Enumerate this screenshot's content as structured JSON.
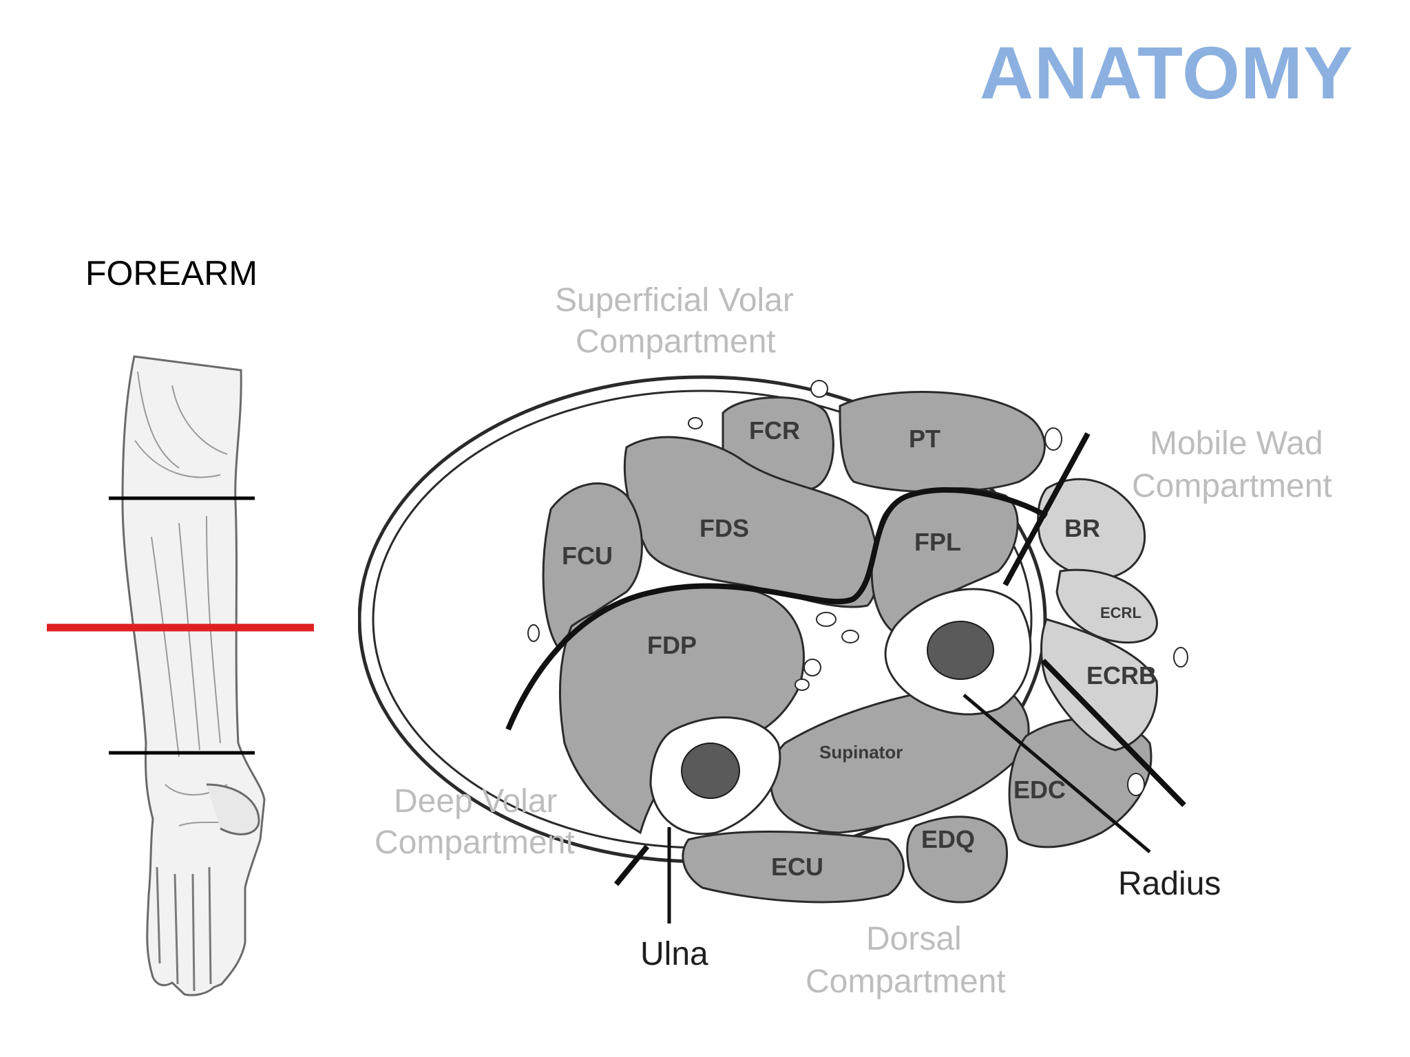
{
  "slide": {
    "title": "ANATOMY",
    "section_label": "FOREARM"
  },
  "colors": {
    "title": "#8cb0e0",
    "section_line_highlight": "#e02020",
    "compartment_label": "#bdbdbd",
    "muscle_fill": "#a6a6a6",
    "mobile_wad_fill": "#d2d2d2",
    "bone_fill": "#ffffff"
  },
  "forearm_sketch": {
    "section_lines": [
      "proximal",
      "mid (highlighted)",
      "distal"
    ]
  },
  "cross_section": {
    "compartments": {
      "superficial_volar": [
        "Superficial Volar",
        "Compartment"
      ],
      "mobile_wad": [
        "Mobile Wad",
        "Compartment"
      ],
      "deep_volar": [
        "Deep Volar",
        "Compartment"
      ],
      "dorsal": [
        "Dorsal",
        "Compartment"
      ]
    },
    "muscles": {
      "fcr": "FCR",
      "pt": "PT",
      "fds": "FDS",
      "fcu": "FCU",
      "fpl": "FPL",
      "br": "BR",
      "fdp": "FDP",
      "ecrl": "ECRL",
      "ecrb": "ECRB",
      "supinator": "Supinator",
      "edc": "EDC",
      "edq": "EDQ",
      "ecu": "ECU"
    },
    "bones": {
      "radius": "Radius",
      "ulna": "Ulna"
    }
  }
}
